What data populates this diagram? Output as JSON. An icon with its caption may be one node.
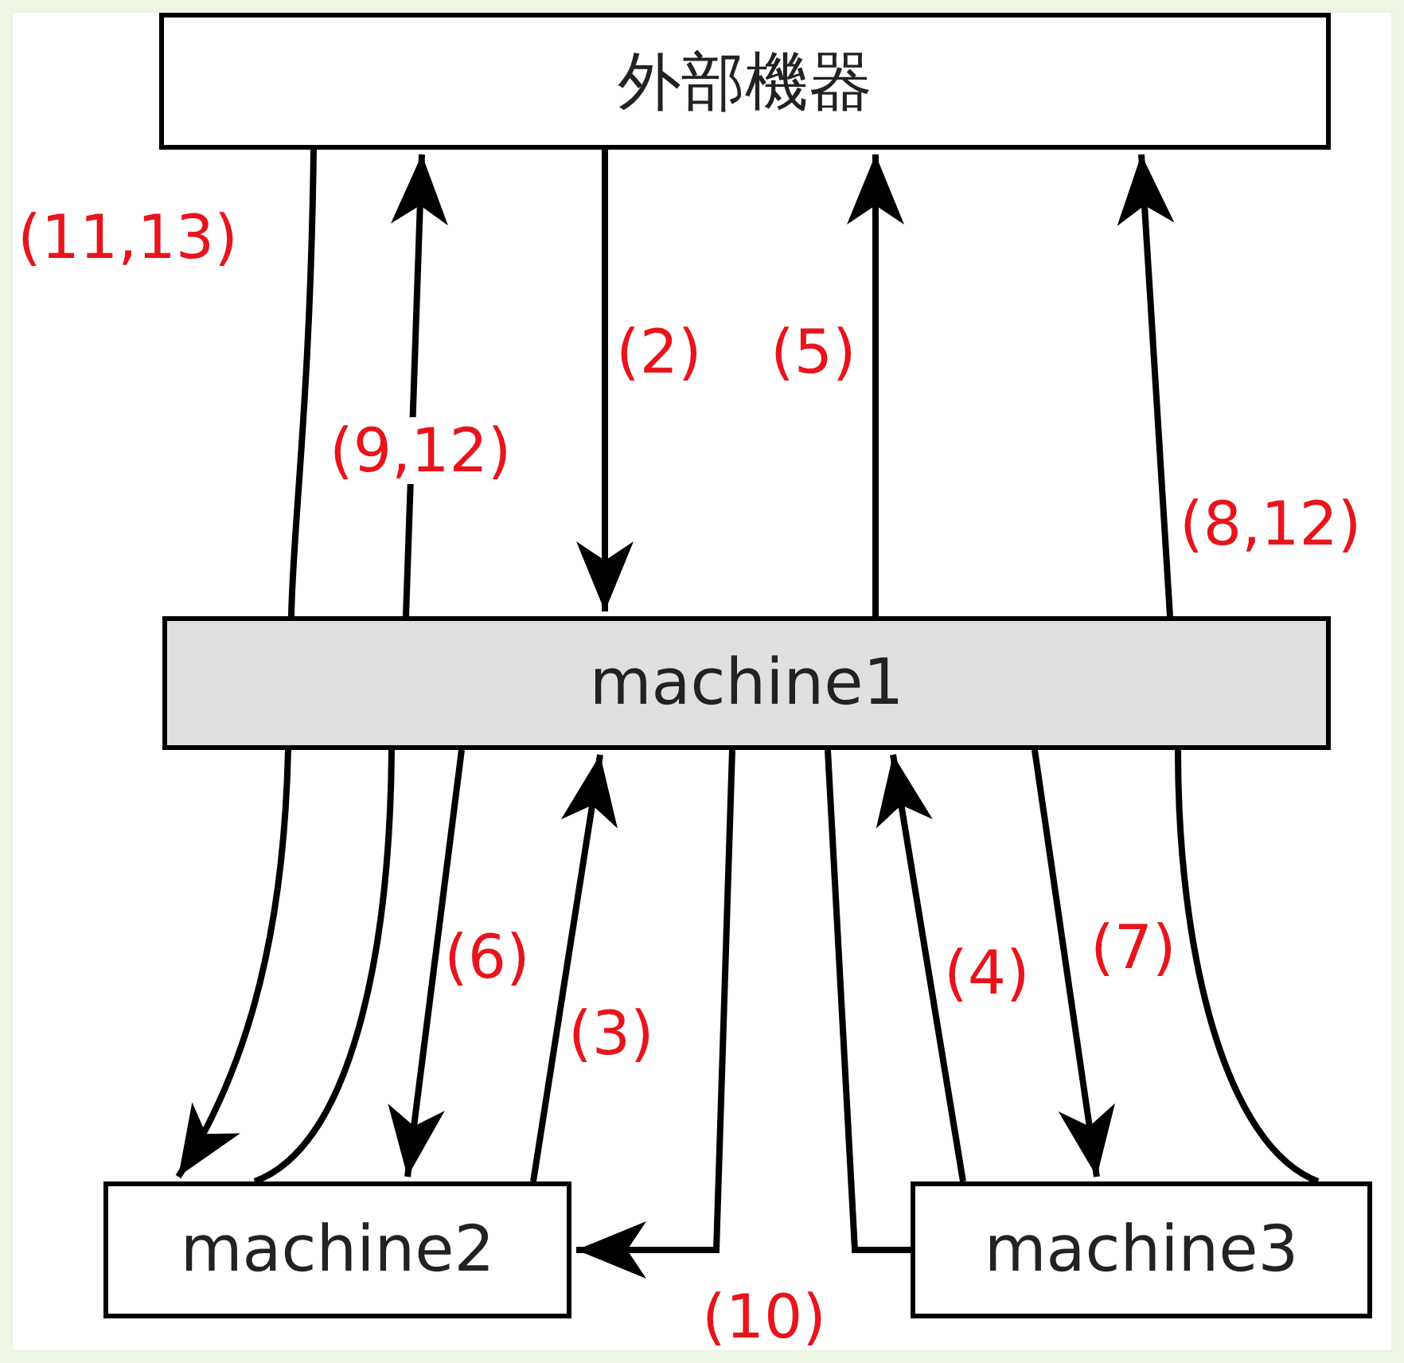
{
  "diagram": {
    "nodes": [
      {
        "text": [
          "外部機器"
        ]
      },
      {
        "text": [
          "machine1"
        ]
      },
      {
        "text": [
          "machine2"
        ]
      },
      {
        "text": [
          "machine3"
        ]
      }
    ],
    "edges": [
      {
        "from": 0,
        "to": 1,
        "arrow": "none",
        "label": "(11,13)"
      },
      {
        "from": 1,
        "to": 2,
        "arrow": "to"
      },
      {
        "from": 2,
        "to": 1,
        "arrow": "none"
      },
      {
        "from": 1,
        "to": 0,
        "arrow": "to",
        "label": "(9,12)"
      },
      {
        "from": 0,
        "to": 1,
        "arrow": "to",
        "label": "(2)"
      },
      {
        "from": 1,
        "to": 0,
        "arrow": "to",
        "label": "(5)"
      },
      {
        "from": 3,
        "to": 1,
        "arrow": "none"
      },
      {
        "from": 1,
        "to": 0,
        "arrow": "to",
        "label": "(8,12)"
      },
      {
        "from": 1,
        "to": 2,
        "arrow": "to",
        "label": "(6)"
      },
      {
        "from": 2,
        "to": 1,
        "arrow": "to",
        "label": "(3)"
      },
      {
        "from": 1,
        "to": 2,
        "arrow": "to",
        "label": "(10)"
      },
      {
        "from": 3,
        "to": 1,
        "arrow": "none"
      },
      {
        "from": 3,
        "to": 1,
        "arrow": "to",
        "label": "(4)"
      },
      {
        "from": 1,
        "to": 3,
        "arrow": "to",
        "label": "(7)"
      }
    ]
  }
}
